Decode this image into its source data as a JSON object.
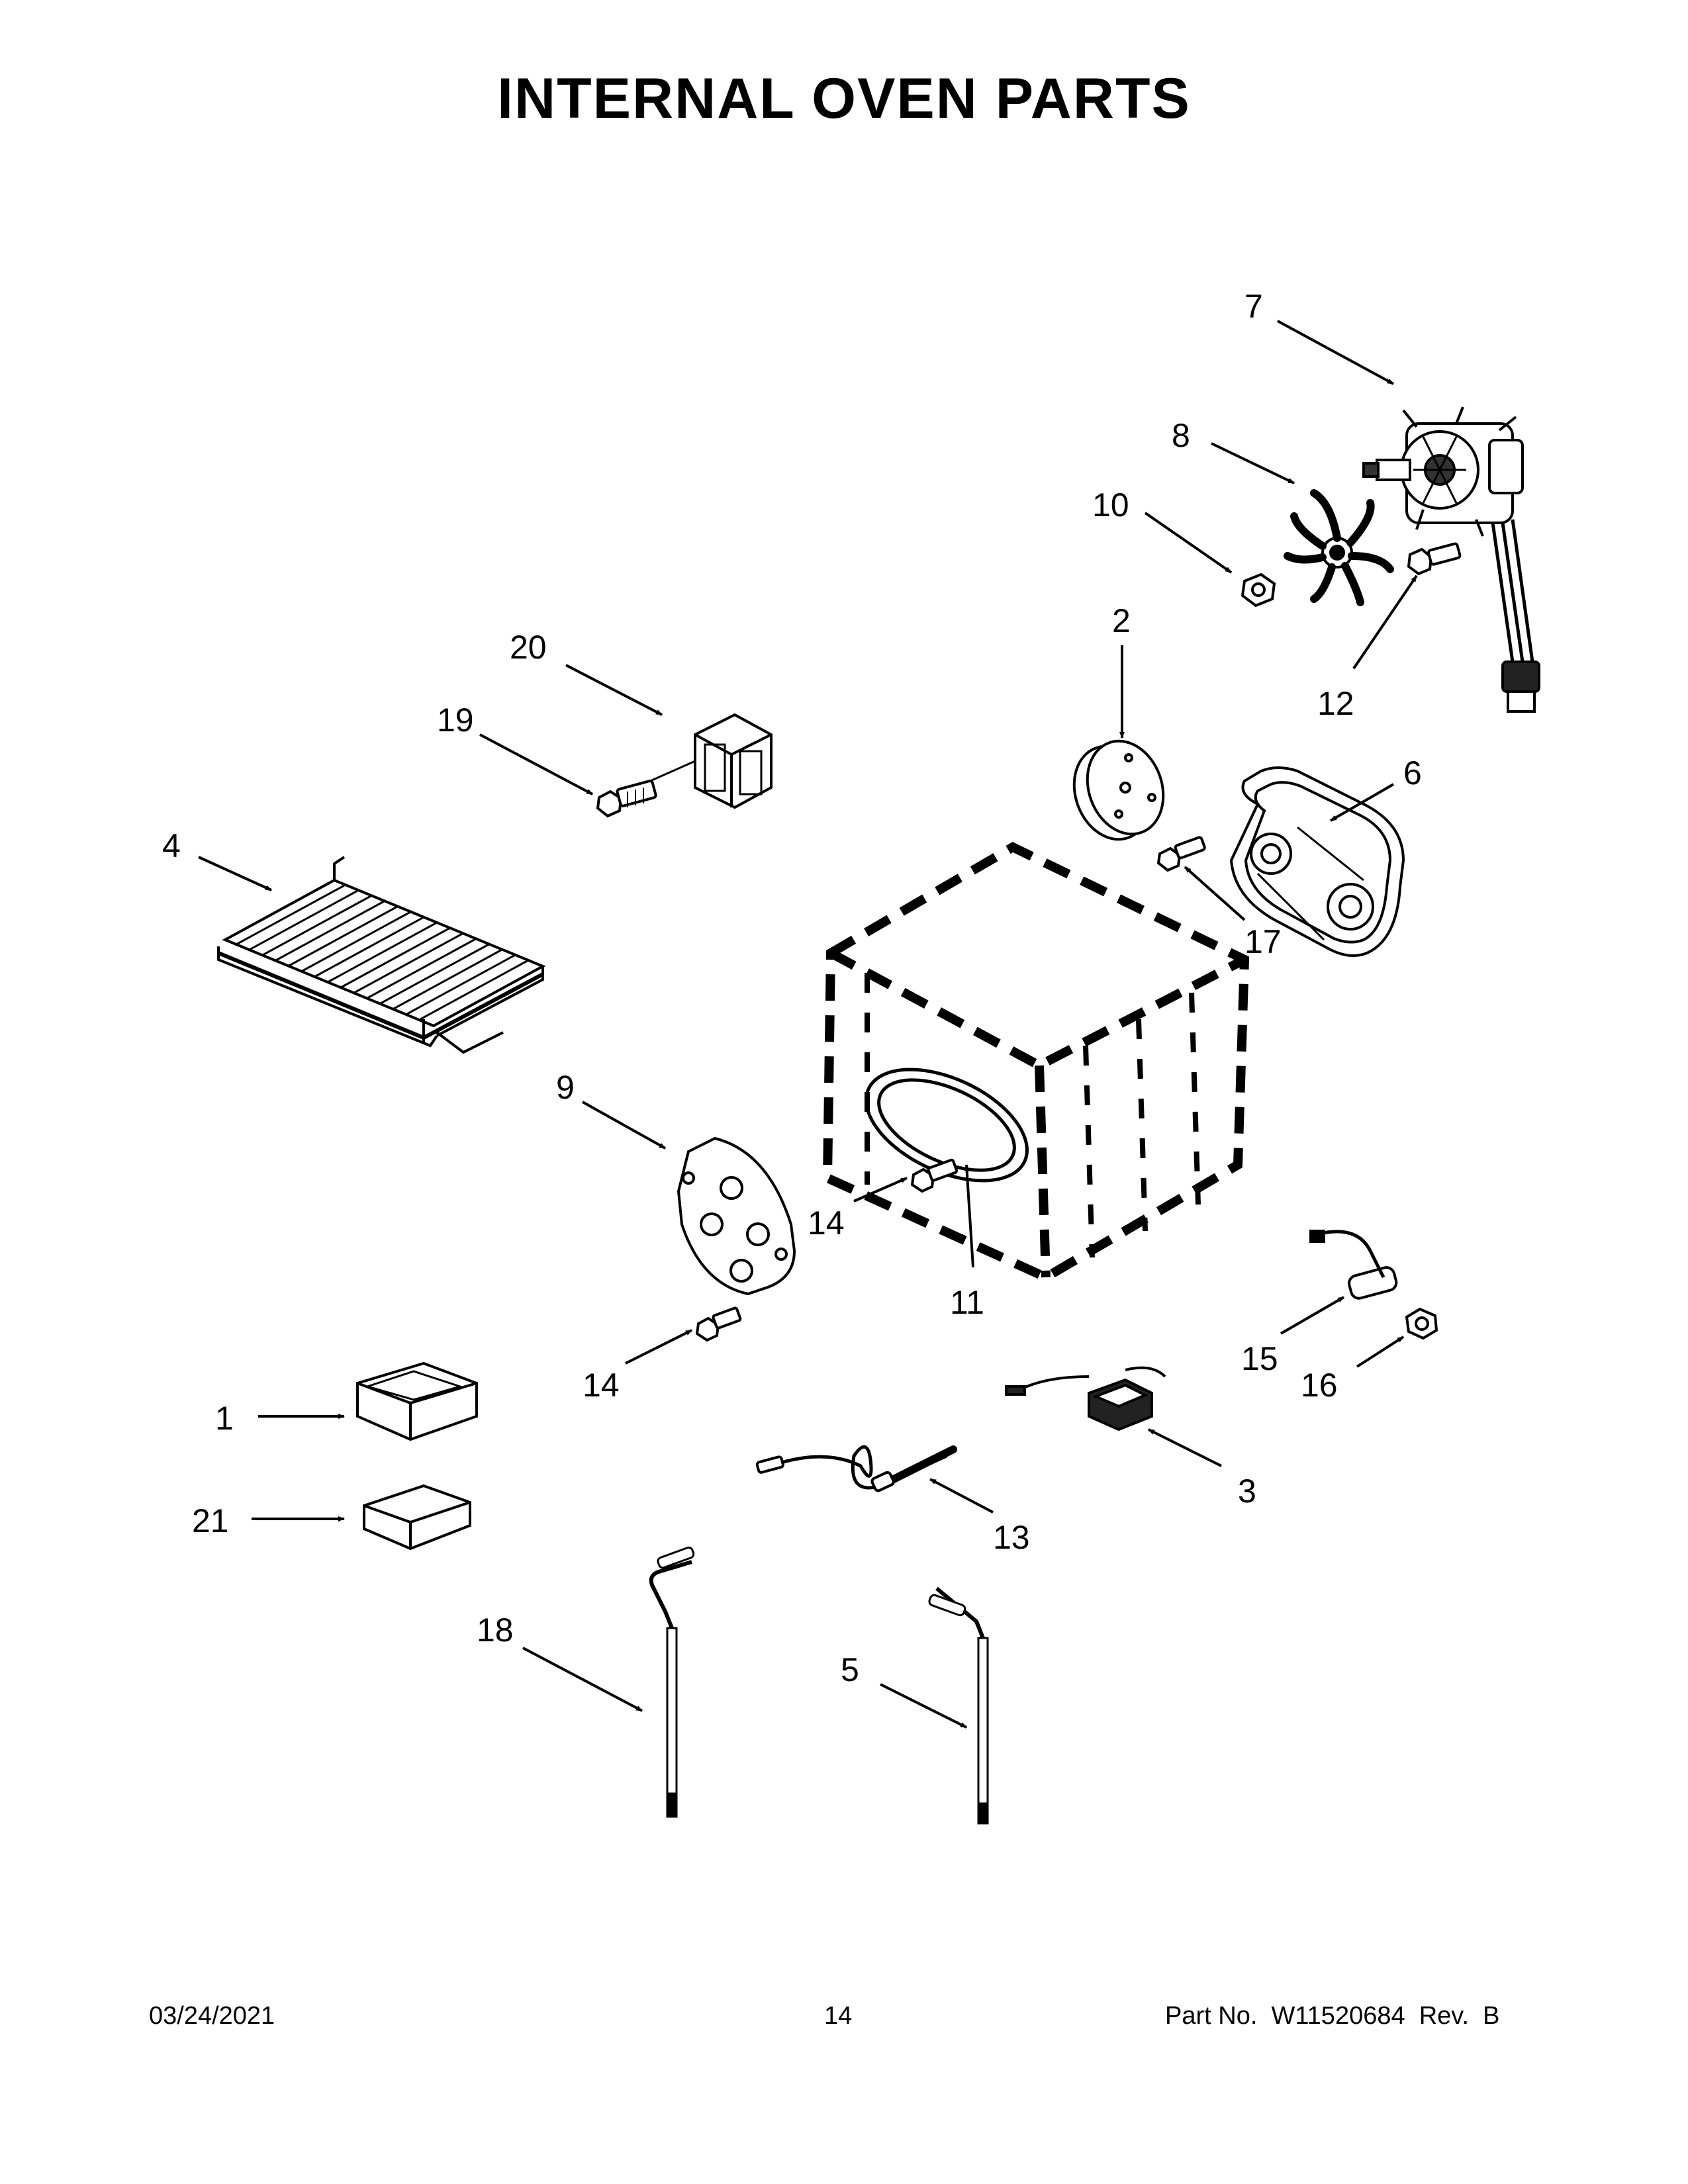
{
  "title": "INTERNAL OVEN PARTS",
  "callouts": {
    "c1": "1",
    "c2": "2",
    "c3": "3",
    "c4": "4",
    "c5": "5",
    "c6": "6",
    "c7": "7",
    "c8": "8",
    "c9": "9",
    "c10": "10",
    "c11": "11",
    "c12": "12",
    "c13": "13",
    "c14a": "14",
    "c14b": "14",
    "c15": "15",
    "c16": "16",
    "c17": "17",
    "c18": "18",
    "c19": "19",
    "c20": "20",
    "c21": "21"
  },
  "footer": {
    "date": "03/24/2021",
    "page": "14",
    "part_no": "Part No.  W11520684  Rev.  B"
  }
}
